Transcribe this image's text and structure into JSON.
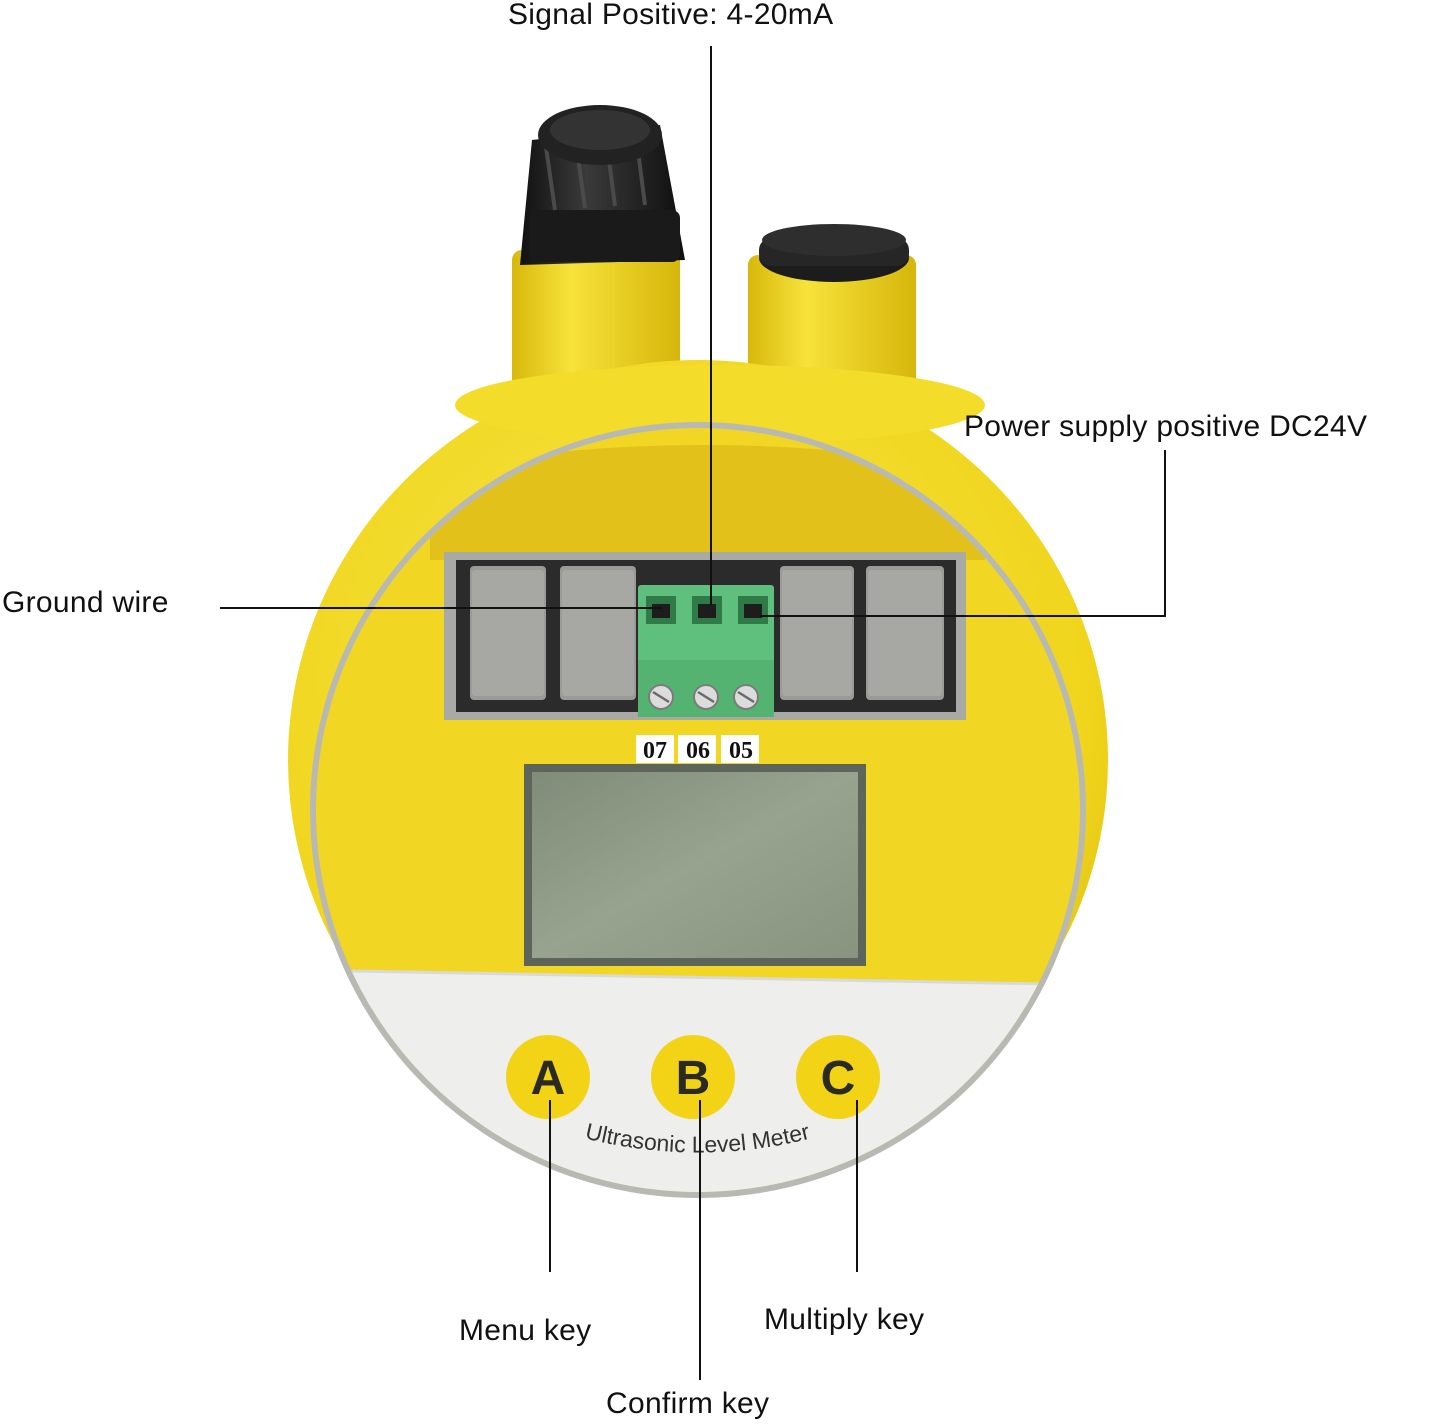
{
  "callouts": {
    "signal_positive": "Signal Positive: 4-20mA",
    "power_supply": "Power supply positive DC24V",
    "ground_wire": "Ground wire",
    "menu_key": "Menu key",
    "confirm_key": "Confirm key",
    "multiply_key": "Multiply key"
  },
  "terminals": [
    "07",
    "06",
    "05"
  ],
  "keys": [
    "A",
    "B",
    "C"
  ],
  "device_label": "Ultrasonic Level Meter",
  "colors": {
    "housing_yellow": "#f2dc1c",
    "faceplate_gray": "#c9c9c4",
    "terminal_green": "#5fbf7c",
    "lcd_green": "#8f9c86",
    "cable_gland": "#1e1e1e"
  }
}
